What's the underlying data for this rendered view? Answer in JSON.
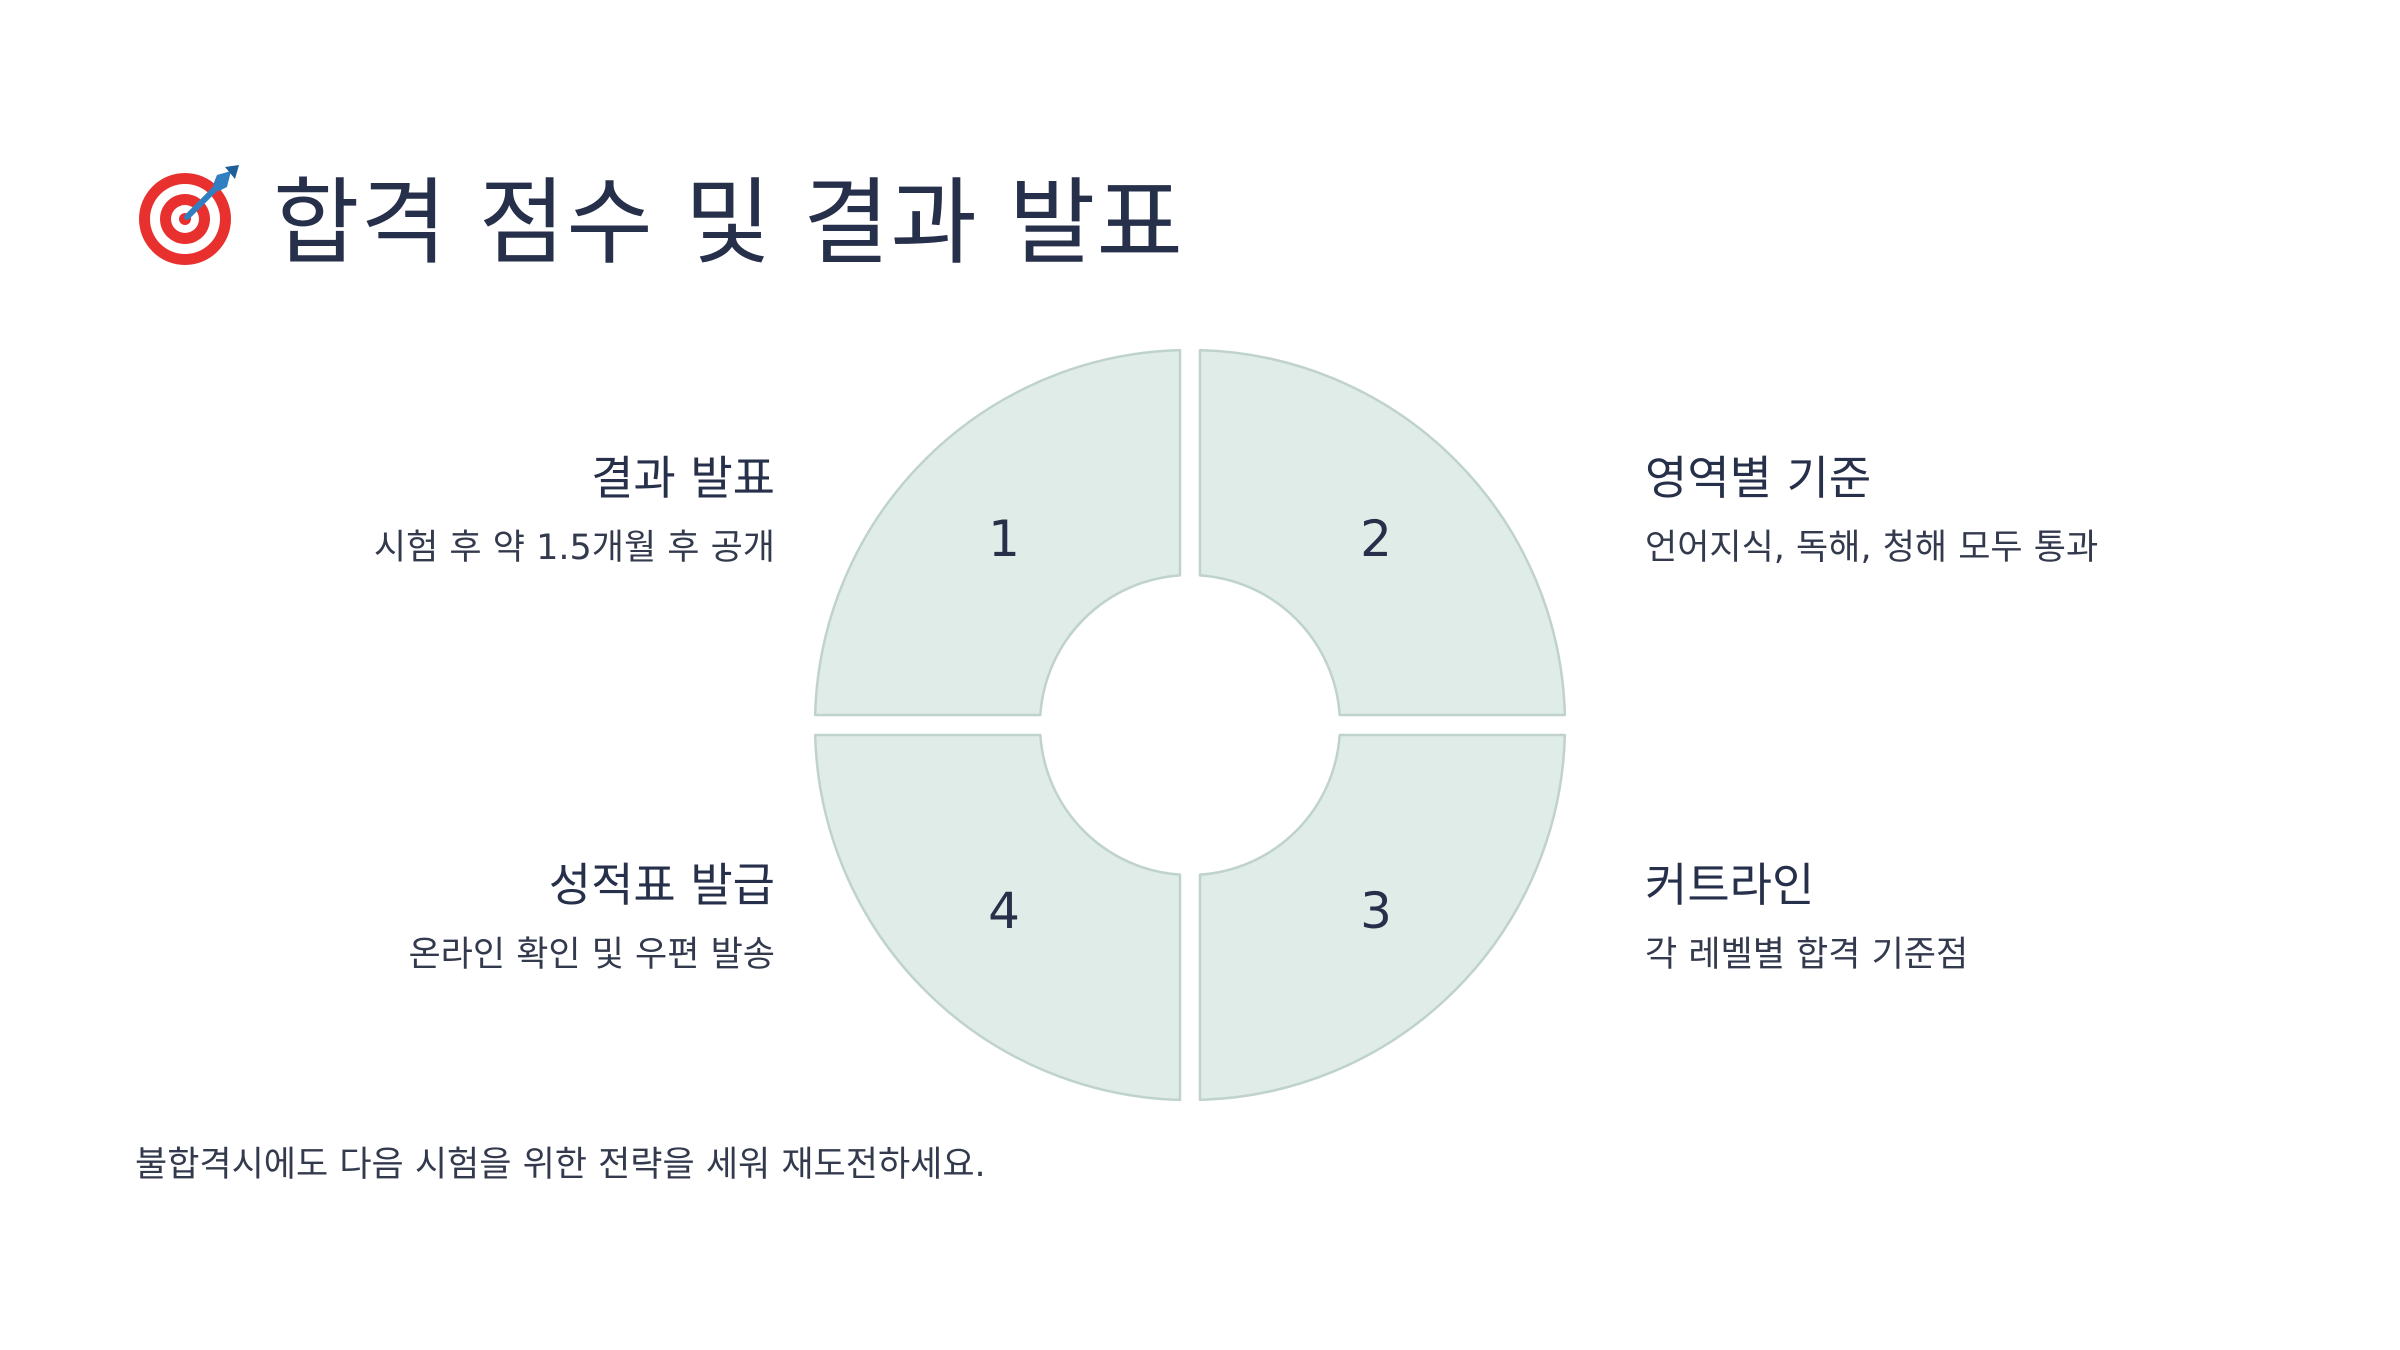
{
  "title": {
    "icon": "target-dart-icon",
    "text": "합격 점수 및 결과 발표"
  },
  "colors": {
    "segment_fill": "#e0ece8",
    "segment_stroke": "#bfd3cc",
    "text": "#27304a",
    "icon_red": "#e8312f",
    "icon_dart": "#2f7fc1"
  },
  "segments": [
    {
      "number": "1",
      "heading": "결과 발표",
      "description": "시험 후 약 1.5개월 후 공개"
    },
    {
      "number": "2",
      "heading": "영역별 기준",
      "description": "언어지식, 독해, 청해 모두 통과"
    },
    {
      "number": "3",
      "heading": "커트라인",
      "description": "각 레벨별 합격 기준점"
    },
    {
      "number": "4",
      "heading": "성적표 발급",
      "description": "온라인 확인 및 우편 발송"
    }
  ],
  "footer": {
    "text": "불합격시에도 다음 시험을 위한 전략을 세워 재도전하세요."
  }
}
